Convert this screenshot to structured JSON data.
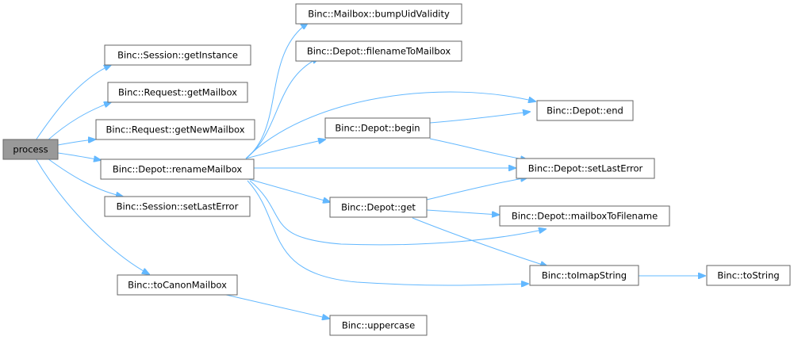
{
  "graph": {
    "nodes": {
      "process": "process",
      "getInstance": "Binc::Session::getInstance",
      "getMailbox": "Binc::Request::getMailbox",
      "getNewMailbox": "Binc::Request::getNewMailbox",
      "renameMailbox": "Binc::Depot::renameMailbox",
      "sessionSetLastError": "Binc::Session::setLastError",
      "toCanonMailbox": "Binc::toCanonMailbox",
      "bumpUidValidity": "Binc::Mailbox::bumpUidValidity",
      "filenameToMailbox": "Binc::Depot::filenameToMailbox",
      "begin": "Binc::Depot::begin",
      "get": "Binc::Depot::get",
      "uppercase": "Binc::uppercase",
      "end": "Binc::Depot::end",
      "depotSetLastError": "Binc::Depot::setLastError",
      "mailboxToFilename": "Binc::Depot::mailboxToFilename",
      "toImapString": "Binc::toImapString",
      "toString": "Binc::toString"
    }
  }
}
